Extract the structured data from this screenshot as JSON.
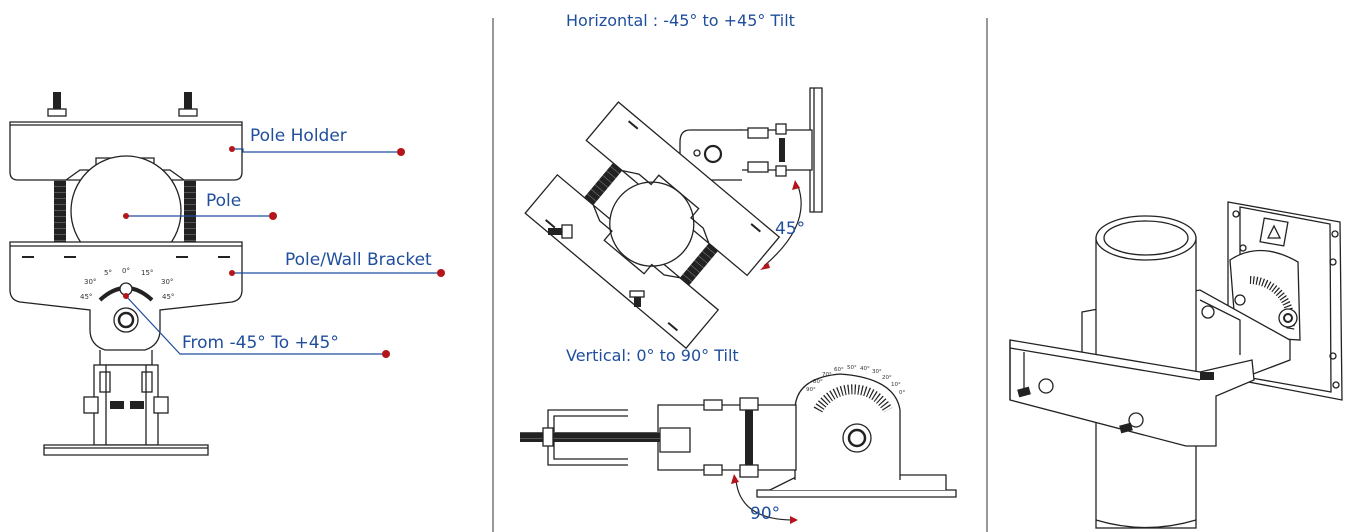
{
  "colors": {
    "label": "#1f4e9c",
    "dot": "#b3151b",
    "line": "#222222",
    "divider": "#333333"
  },
  "left_panel": {
    "labels": {
      "pole_holder": "Pole Holder",
      "pole": "Pole",
      "pole_wall_bracket": "Pole/Wall Bracket",
      "tilt_range": "From -45° To +45°"
    },
    "scale": {
      "s30l": "30°",
      "s5": "5°",
      "s0": "0°",
      "s15": "15°",
      "s30r": "30°",
      "s45l": "45°",
      "s45r": "45°"
    }
  },
  "middle_panel": {
    "horizontal_title": "Horizontal :  -45° to +45° Tilt",
    "horizontal_angle": "45°",
    "vertical_title": "Vertical:  0° to 90° Tilt",
    "vertical_angle": "90°",
    "protractor": [
      "90°",
      "80°",
      "70°",
      "60°",
      "50°",
      "40°",
      "30°",
      "20°",
      "10°",
      "0°"
    ]
  }
}
